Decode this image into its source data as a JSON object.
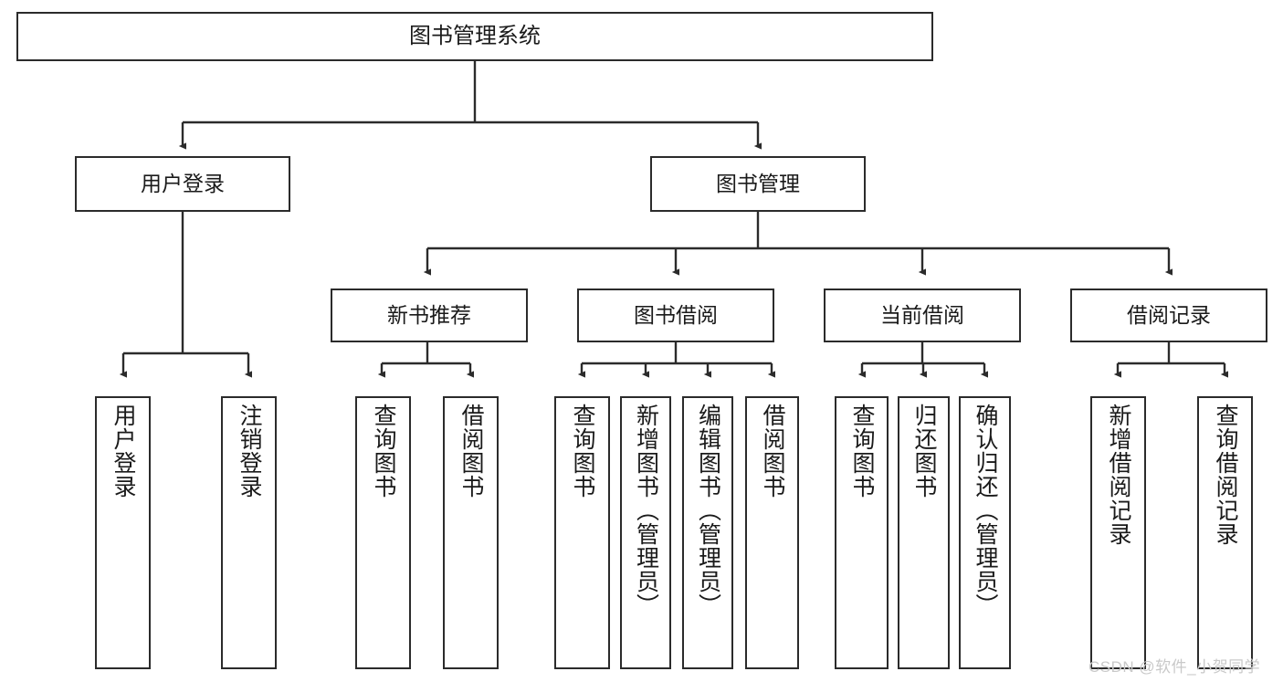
{
  "diagram": {
    "title": "图书管理系统",
    "type": "tree-hierarchy",
    "watermark": "CSDN @软件_小贺同学",
    "colors": {
      "stroke": "#2b2b2b",
      "fill": "#ffffff",
      "text": "#1a1a1a",
      "watermark": "#c9c9c9"
    },
    "levels": {
      "root": {
        "label": "图书管理系统"
      },
      "level2": [
        {
          "label": "用户登录"
        },
        {
          "label": "图书管理"
        }
      ],
      "level3": [
        {
          "label": "新书推荐"
        },
        {
          "label": "图书借阅"
        },
        {
          "label": "当前借阅"
        },
        {
          "label": "借阅记录"
        }
      ],
      "leaves": [
        {
          "label": "用户登录"
        },
        {
          "label": "注销登录"
        },
        {
          "label": "查询图书"
        },
        {
          "label": "借阅图书"
        },
        {
          "label": "查询图书"
        },
        {
          "label": "新增图书（管理员）"
        },
        {
          "label": "编辑图书（管理员）"
        },
        {
          "label": "借阅图书"
        },
        {
          "label": "查询图书"
        },
        {
          "label": "归还图书"
        },
        {
          "label": "确认归还（管理员）"
        },
        {
          "label": "新增借阅记录"
        },
        {
          "label": "查询借阅记录"
        }
      ]
    }
  }
}
